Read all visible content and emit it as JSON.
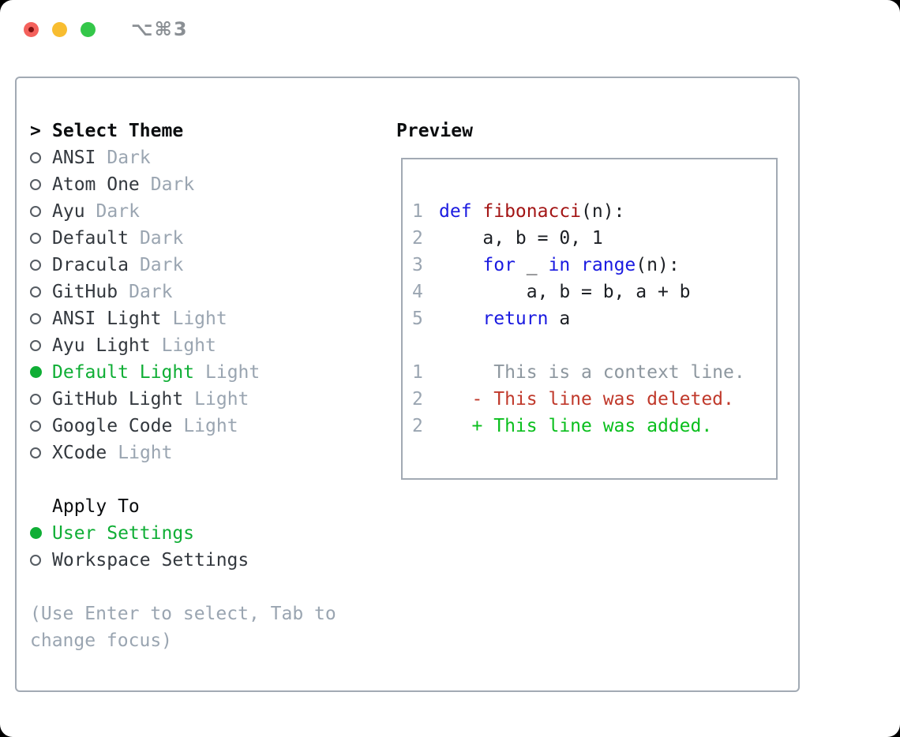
{
  "window": {
    "shortcut": "⌥⌘3"
  },
  "theme_picker": {
    "cursor": ">",
    "title": "Select Theme",
    "radio_unselected": "○",
    "radio_selected": "●",
    "items": [
      {
        "name": "ANSI",
        "tag": "Dark",
        "selected": false
      },
      {
        "name": "Atom One",
        "tag": "Dark",
        "selected": false
      },
      {
        "name": "Ayu",
        "tag": "Dark",
        "selected": false
      },
      {
        "name": "Default",
        "tag": "Dark",
        "selected": false
      },
      {
        "name": "Dracula",
        "tag": "Dark",
        "selected": false
      },
      {
        "name": "GitHub",
        "tag": "Dark",
        "selected": false
      },
      {
        "name": "ANSI Light",
        "tag": "Light",
        "selected": false
      },
      {
        "name": "Ayu Light",
        "tag": "Light",
        "selected": false
      },
      {
        "name": "Default Light",
        "tag": "Light",
        "selected": true
      },
      {
        "name": "GitHub Light",
        "tag": "Light",
        "selected": false
      },
      {
        "name": "Google Code",
        "tag": "Light",
        "selected": false
      },
      {
        "name": "XCode",
        "tag": "Light",
        "selected": false
      }
    ]
  },
  "apply_to": {
    "title": "Apply To",
    "options": [
      {
        "label": "User Settings",
        "selected": true
      },
      {
        "label": "Workspace Settings",
        "selected": false
      }
    ]
  },
  "hint": "(Use Enter to select, Tab to change focus)",
  "preview": {
    "title": "Preview",
    "code_lines": [
      {
        "number": "1",
        "segments": [
          {
            "text": "def ",
            "style": "keyword"
          },
          {
            "text": "fibonacci",
            "style": "function"
          },
          {
            "text": "(n):",
            "style": "plain"
          }
        ]
      },
      {
        "number": "2",
        "segments": [
          {
            "text": "    a, b = 0, 1",
            "style": "plain"
          }
        ]
      },
      {
        "number": "3",
        "segments": [
          {
            "text": "    ",
            "style": "plain"
          },
          {
            "text": "for",
            "style": "keyword"
          },
          {
            "text": " _ ",
            "style": "plain"
          },
          {
            "text": "in",
            "style": "keyword"
          },
          {
            "text": " ",
            "style": "plain"
          },
          {
            "text": "range",
            "style": "keyword"
          },
          {
            "text": "(n):",
            "style": "plain"
          }
        ]
      },
      {
        "number": "4",
        "segments": [
          {
            "text": "        a, b = b, a + b",
            "style": "plain"
          }
        ]
      },
      {
        "number": "5",
        "segments": [
          {
            "text": "    ",
            "style": "plain"
          },
          {
            "text": "return",
            "style": "keyword"
          },
          {
            "text": " a",
            "style": "plain"
          }
        ]
      }
    ],
    "diff_lines": [
      {
        "number": "1",
        "text": "     This is a context line.",
        "style": "context"
      },
      {
        "number": "2",
        "text": "   - This line was deleted.",
        "style": "deleted"
      },
      {
        "number": "2",
        "text": "   + This line was added.",
        "style": "added"
      }
    ]
  },
  "colors": {
    "accent-green": "#0fae35",
    "diff-added": "#0abf1d",
    "diff-deleted": "#c0392b",
    "keyword": "#1a1ae0",
    "function-name": "#a31515",
    "code-text": "#1c1f24",
    "context": "#8d979f",
    "line-number": "#9aa5b1",
    "muted": "#9aa5b1",
    "item-text": "#33383e",
    "header-text": "#0b0d0f",
    "panel-border": "#a2aab4",
    "radio": "#565c63",
    "traffic-red": "#f4615c",
    "traffic-red-dot": "#7f1010",
    "traffic-yellow": "#f8bd30",
    "traffic-green": "#34c749",
    "shortcut": "#8a8f94"
  }
}
